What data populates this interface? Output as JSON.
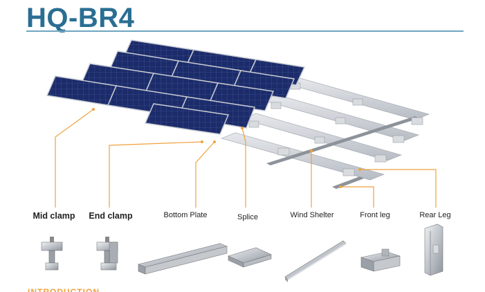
{
  "title": "HQ-BR4",
  "section_heading": "INTRODUCTION",
  "colors": {
    "title": "#2a6e93",
    "rule": "#6fa5c0",
    "leader": "#f0a13c",
    "panel": "#1c2c6b",
    "cell_line": "#6b7fbf",
    "frame": "#c8ccd2"
  },
  "parts": [
    {
      "label": "Mid clamp",
      "icon": "mid-clamp-icon"
    },
    {
      "label": "End clamp",
      "icon": "end-clamp-icon"
    },
    {
      "label": "Bottom Plate",
      "icon": "bottom-plate-icon"
    },
    {
      "label": "Splice",
      "icon": "splice-icon"
    },
    {
      "label": "Wind Shelter",
      "icon": "wind-shelter-icon"
    },
    {
      "label": "Front leg",
      "icon": "front-leg-icon"
    },
    {
      "label": "Rear Leg",
      "icon": "rear-leg-icon"
    }
  ]
}
